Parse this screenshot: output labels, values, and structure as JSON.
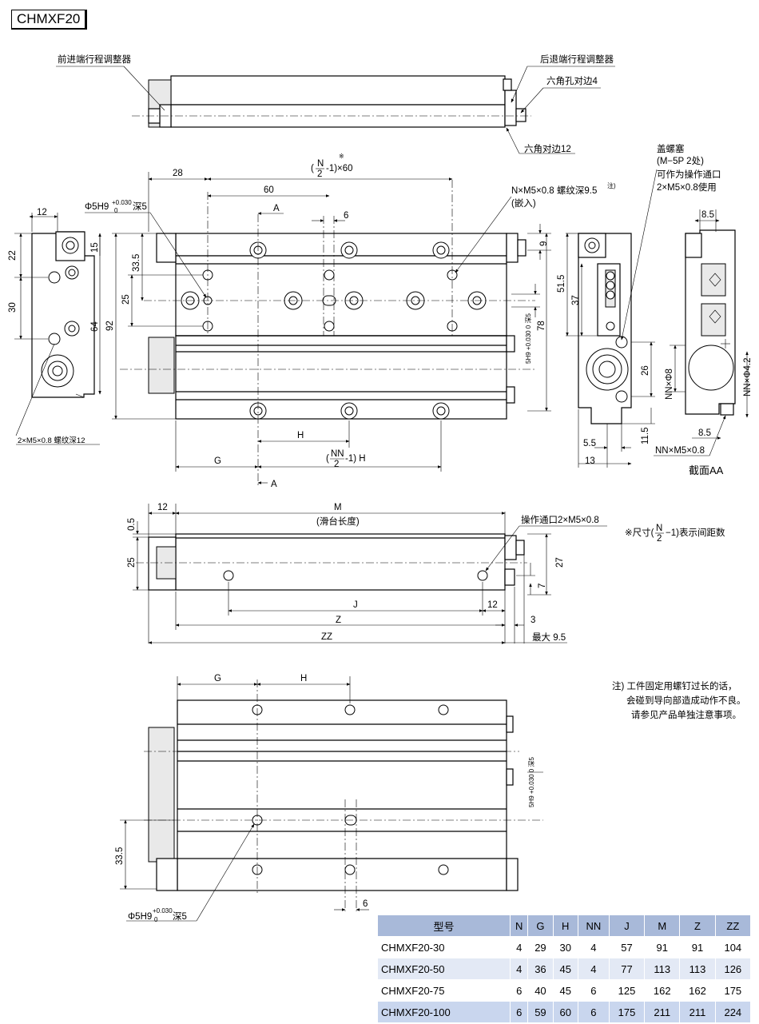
{
  "model_title": "CHMXF20",
  "top_view": {
    "front_adjuster": "前进端行程调整器",
    "rear_adjuster": "后退端行程调整器",
    "hex_socket": "六角孔对边4",
    "hex_nut": "六角对边12"
  },
  "main_view": {
    "dim_28": "28",
    "dim_n_pitch_a": "(",
    "dim_n_frac_num": "N",
    "dim_n_frac_den": "2",
    "dim_n_pitch_b": "-1)×60",
    "dim_note_mark": "※",
    "dim_60": "60",
    "dim_A": "A",
    "dim_6": "6",
    "dim_12": "12",
    "dim_22": "22",
    "dim_15": "15",
    "dim_30": "30",
    "dim_64": "64",
    "dim_33_5": "33.5",
    "dim_25": "25",
    "dim_92": "92",
    "dim_9": "9",
    "dim_78": "78",
    "hole_note_a": "Φ5H9",
    "hole_note_tol_up": "+0.030",
    "hole_note_tol_dn": "0",
    "hole_note_b": "深5",
    "thread_note_a": "N×M5×0.8 螺纹深9.5",
    "thread_note_sup": "注)",
    "thread_note_b": "(嵌入)",
    "side_thread_note": "2×M5×0.8 螺纹深12",
    "dim_H": "H",
    "dim_G": "G",
    "dim_nn_a": "(",
    "dim_nn_num": "NN",
    "dim_nn_den": "2",
    "dim_nn_b": "-1)  H",
    "dim_A2": "A",
    "vert_hole": "5H9 +0.030 0 深5"
  },
  "right_view": {
    "plug_1": "盖螺塞",
    "plug_2": "(M−5P  2处)",
    "plug_3": "可作为操作通口",
    "plug_4": "2×M5×0.8使用",
    "dim_51_5": "51.5",
    "dim_37": "37",
    "dim_26": "26",
    "dim_11_5": "11.5",
    "dim_5_5": "5.5",
    "dim_13": "13",
    "dim_8_5a": "8.5",
    "dim_8_5b": "8.5",
    "nn_phi8": "NN×Φ8",
    "nn_phi42": "NN×Φ4.2",
    "nn_m5": "NN×M5×0.8",
    "section_label": "截面AA"
  },
  "bottom_view": {
    "dim_12": "12",
    "dim_M": "M",
    "slide_len": "(滑台长度)",
    "dim_0_5": "0.5",
    "dim_25": "25",
    "port_note": "操作通口2×M5×0.8",
    "dim_27": "27",
    "dim_7": "7",
    "dim_J": "J",
    "dim_12b": "12",
    "dim_Z": "Z",
    "dim_3": "3",
    "dim_ZZ": "ZZ",
    "max_note": "最大 9.5",
    "footnote_a": "※尺寸(",
    "footnote_num": "N",
    "footnote_den": "2",
    "footnote_b": "−1)表示间距数"
  },
  "lower_view": {
    "dim_G": "G",
    "dim_H": "H",
    "dim_33_5": "33.5",
    "dim_6": "6",
    "vert_hole": "5H9 +0.030 0 深5",
    "hole_a": "Φ5H9",
    "hole_up": "+0.030",
    "hole_dn": "0",
    "hole_b": "深5"
  },
  "note": {
    "line1": "注) 工件固定用螺钉过长的话，",
    "line2": "会碰到导向部造成动作不良。",
    "line3": "请参见产品单独注意事项。"
  },
  "table": {
    "headers": [
      "型号",
      "N",
      "G",
      "H",
      "NN",
      "J",
      "M",
      "Z",
      "ZZ"
    ],
    "rows": [
      [
        "CHMXF20-30",
        "4",
        "29",
        "30",
        "4",
        "57",
        "91",
        "91",
        "104"
      ],
      [
        "CHMXF20-50",
        "4",
        "36",
        "45",
        "4",
        "77",
        "113",
        "113",
        "126"
      ],
      [
        "CHMXF20-75",
        "6",
        "40",
        "45",
        "6",
        "125",
        "162",
        "162",
        "175"
      ],
      [
        "CHMXF20-100",
        "6",
        "59",
        "60",
        "6",
        "175",
        "211",
        "211",
        "224"
      ]
    ]
  },
  "colors": {
    "table_header": "#a8b9d9",
    "table_row_light": "#e3e9f5",
    "table_row_highlight": "#c9d6ee"
  }
}
